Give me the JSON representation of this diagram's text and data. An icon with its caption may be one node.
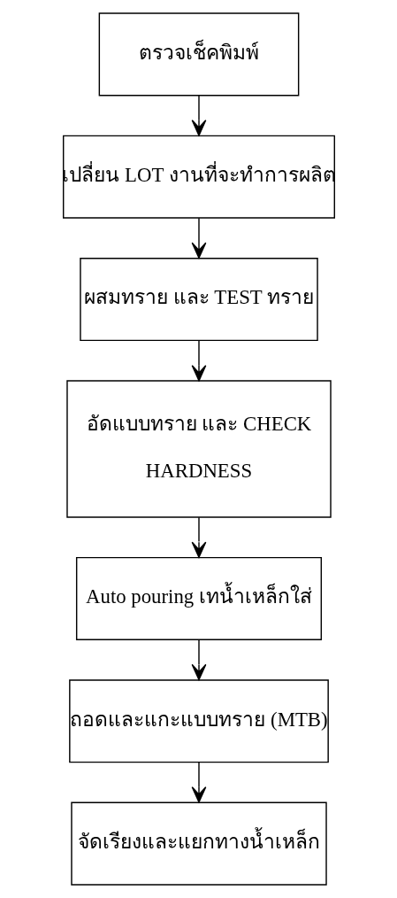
{
  "diagram": {
    "nodes": [
      {
        "text": [
          "ตรวจเช็คพิมพ์"
        ]
      },
      {
        "text": [
          "เปลี่ยน LOT งานที่จะทำการผลิต"
        ]
      },
      {
        "text": [
          "ผสมทราย และ TEST ทราย"
        ]
      },
      {
        "text": [
          "อัดแบบทราย และ CHECK HARDNESS"
        ]
      },
      {
        "text": [
          "Auto pouring เทน้ำเหล็กใส่"
        ]
      },
      {
        "text": [
          "ถอดและแกะแบบทราย (MTB)"
        ]
      },
      {
        "text": [
          "จัดเรียงและแยกทางน้ำเหล็ก"
        ]
      }
    ],
    "edges": [
      {
        "from": 0,
        "to": 1,
        "arrow": "to"
      },
      {
        "from": 1,
        "to": 2,
        "arrow": "to"
      },
      {
        "from": 2,
        "to": 3,
        "arrow": "to"
      },
      {
        "from": 3,
        "to": 4,
        "arrow": "to"
      },
      {
        "from": 4,
        "to": 5,
        "arrow": "to"
      },
      {
        "from": 5,
        "to": 6,
        "arrow": "to"
      }
    ]
  }
}
